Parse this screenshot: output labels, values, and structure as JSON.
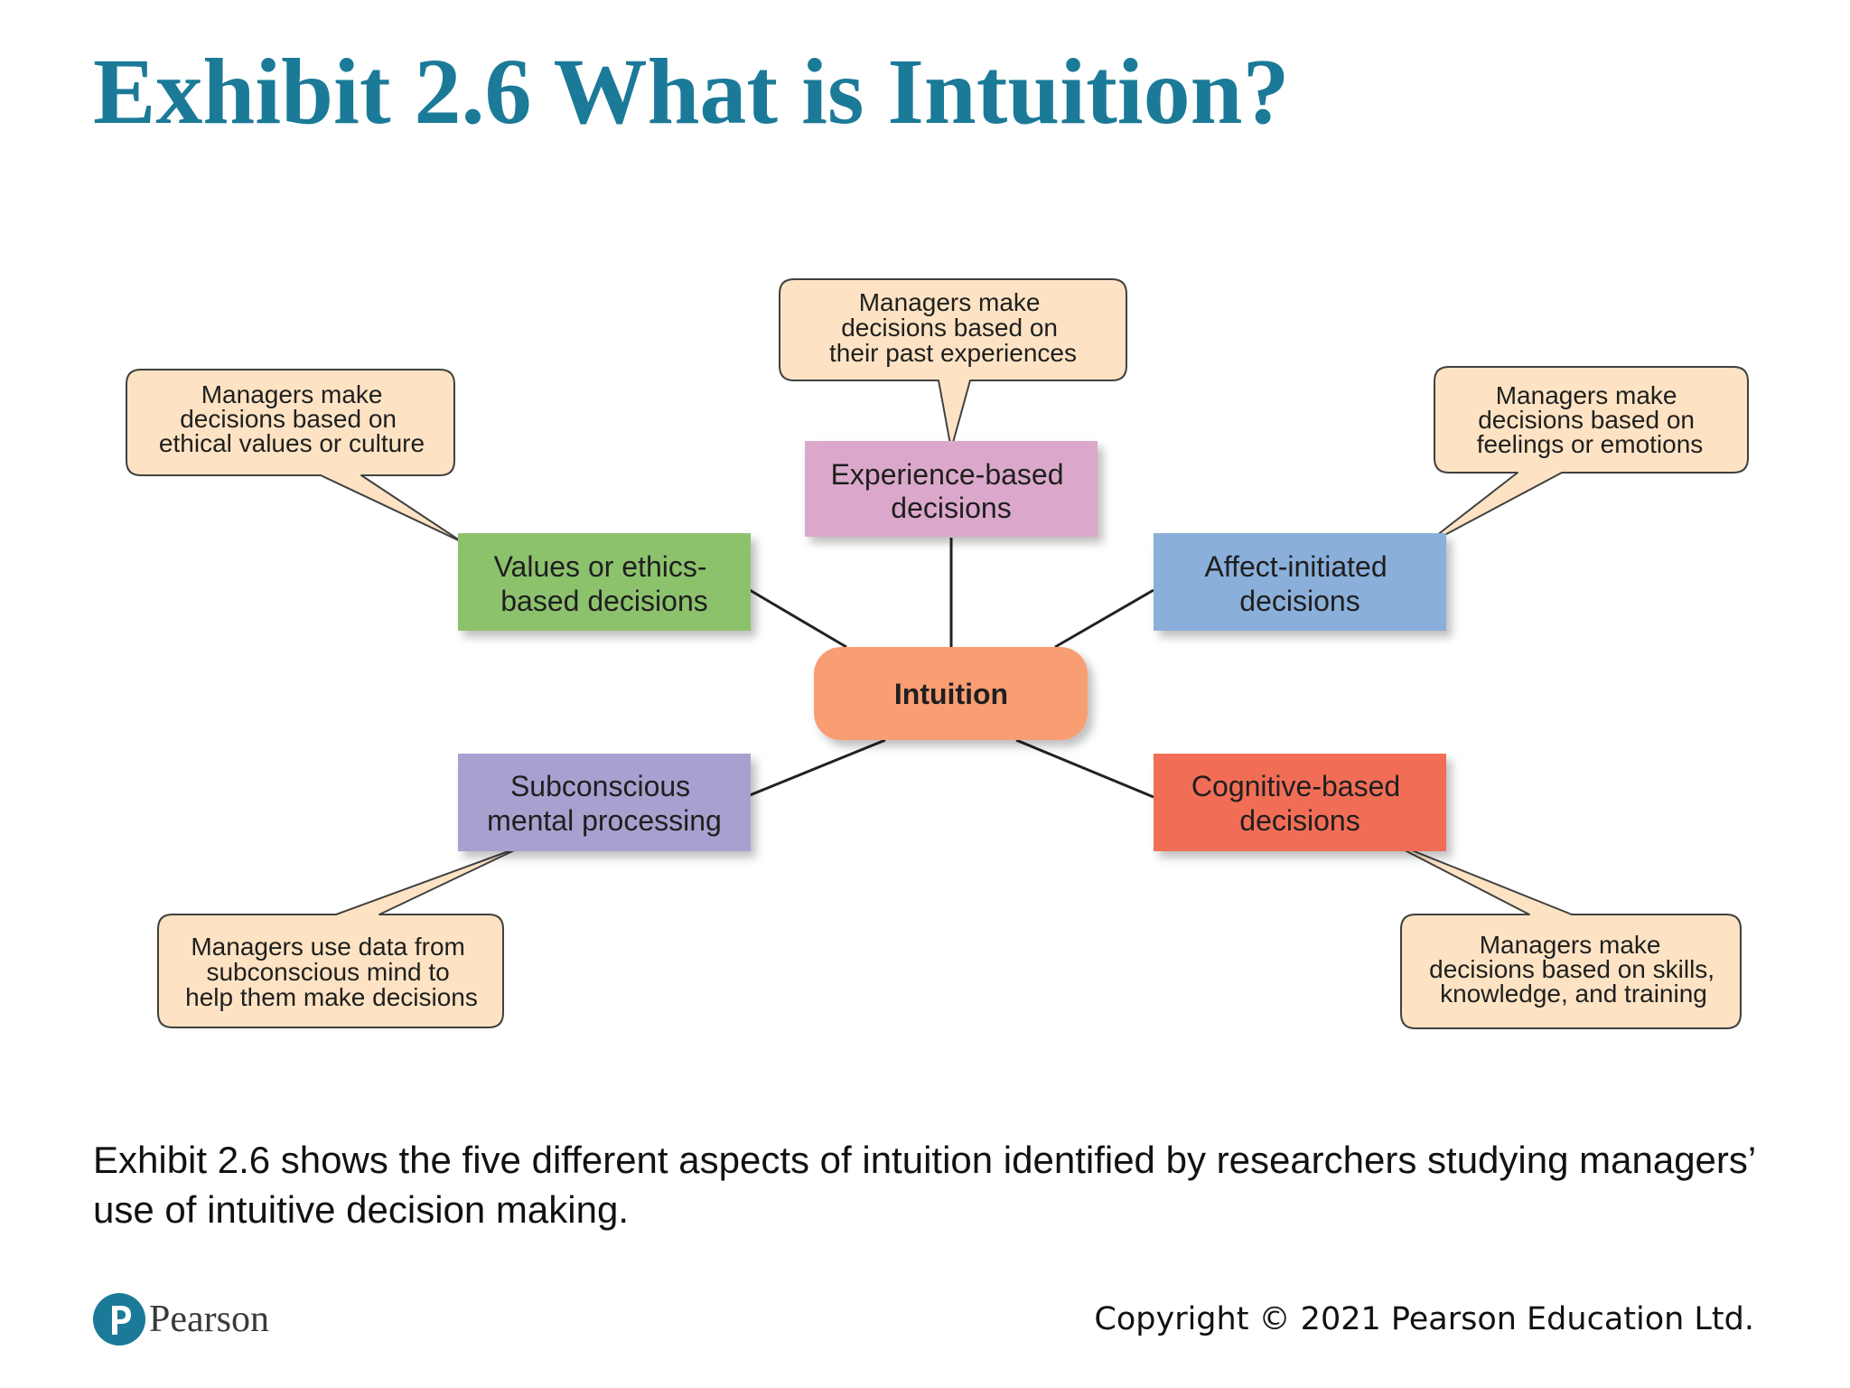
{
  "slide": {
    "title": "Exhibit 2.6 What is Intuition?",
    "caption": "Exhibit 2.6 shows the five different aspects of intuition identified by researchers studying managers’ use of intuitive decision making.",
    "copyright": "Copyright © 2021 Pearson Education Ltd.",
    "brand": "Pearson"
  },
  "colors": {
    "title": "#1b7a98",
    "center": "#f99d72",
    "experience": "#dba8cb",
    "values": "#8dc26d",
    "affect": "#8aafda",
    "subconscious": "#a6a1cf",
    "cognitive": "#f26d56",
    "bubble_fill": "#fde3c3",
    "bubble_stroke": "#404040",
    "logo": "#1b7a98"
  },
  "diagram": {
    "center": {
      "label": "Intuition"
    },
    "nodes": [
      {
        "id": "experience",
        "lines": [
          "Experience-based",
          "decisions"
        ]
      },
      {
        "id": "values",
        "lines": [
          "Values or ethics-",
          "based decisions"
        ]
      },
      {
        "id": "affect",
        "lines": [
          "Affect-initiated",
          "decisions"
        ]
      },
      {
        "id": "subconscious",
        "lines": [
          "Subconscious",
          "mental processing"
        ]
      },
      {
        "id": "cognitive",
        "lines": [
          "Cognitive-based",
          "decisions"
        ]
      }
    ],
    "bubbles": [
      {
        "id": "experience",
        "lines": [
          "Managers make",
          "decisions based on",
          "their past experiences"
        ]
      },
      {
        "id": "values",
        "lines": [
          "Managers make",
          "decisions based  on",
          "ethical values or culture"
        ]
      },
      {
        "id": "affect",
        "lines": [
          "Managers make",
          "decisions based on",
          "feelings or emotions"
        ]
      },
      {
        "id": "subconscious",
        "lines": [
          "Managers use data from",
          "subconscious mind to",
          "help them make decisions"
        ]
      },
      {
        "id": "cognitive",
        "lines": [
          "Managers make",
          "decisions based on skills,",
          "knowledge, and training"
        ]
      }
    ]
  }
}
